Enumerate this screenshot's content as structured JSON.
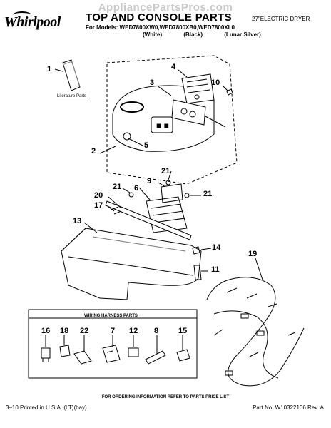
{
  "watermark": "AppliancePartsPros.com",
  "brand": "Whirlpool",
  "header": {
    "title": "TOP AND CONSOLE PARTS",
    "subtitle": "27\"ELECTRIC DRYER",
    "models": "For Models: WED7800XW0,WED7800XB0,WED7800XL0",
    "variants": [
      "(White)",
      "(Black)",
      "(Lunar Silver)"
    ]
  },
  "callouts": [
    "1",
    "2",
    "3",
    "4",
    "5",
    "10",
    "21",
    "9",
    "6",
    "21",
    "21",
    "20",
    "17",
    "13",
    "14",
    "11",
    "19"
  ],
  "literature_label": "Literature Parts",
  "wiring_harness": {
    "title": "WIRING HARNESS PARTS",
    "items": [
      "16",
      "18",
      "22",
      "7",
      "12",
      "8",
      "15"
    ]
  },
  "order_note": "FOR ORDERING INFORMATION REFER TO PARTS PRICE LIST",
  "footer": {
    "left": "3–10 Printed in U.S.A. (LT)(bay)",
    "right": "Part No. W10322106 Rev. A"
  }
}
